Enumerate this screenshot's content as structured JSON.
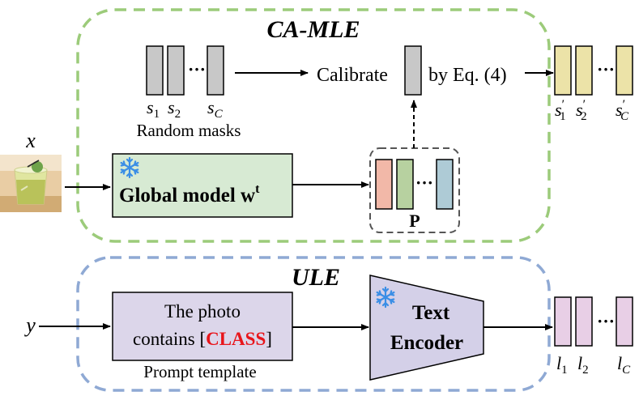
{
  "camle": {
    "title": "CA-MLE",
    "calibrate_label": "Calibrate",
    "by_eq_label": "by Eq. (4)",
    "random_masks_label": "Random masks",
    "mask_labels": {
      "s1": "s",
      "s1_sub": "1",
      "s2": "s",
      "s2_sub": "2",
      "sC": "s",
      "sC_sub": "C"
    },
    "calibrated_labels": {
      "p1": "s",
      "p1_sub": "1",
      "p2": "s",
      "p2_sub": "2",
      "pC": "s",
      "pC_sub": "C",
      "prime": "′"
    },
    "global_model_label": "Global model w",
    "global_model_sup": "t",
    "p_label": "P",
    "input_label": "x",
    "ellipsis": "···"
  },
  "ule": {
    "title": "ULE",
    "input_label": "y",
    "prompt_line1": "The photo",
    "prompt_line2_pre": "contains [",
    "prompt_class": "CLASS",
    "prompt_line2_post": "]",
    "prompt_template_label": "Prompt template",
    "text_encoder_line1": "Text",
    "text_encoder_line2": "Encoder",
    "output_labels": {
      "l1": "l",
      "l1_sub": "1",
      "l2": "l",
      "l2_sub": "2",
      "lC": "l",
      "lC_sub": "C"
    },
    "ellipsis": "···"
  },
  "colors": {
    "camle_border": "#9ccb7a",
    "ule_border": "#8fa9d4",
    "mask_fill": "#c8c8c8",
    "calibrated_fill": "#ece3a8",
    "global_model_fill": "#d7ead3",
    "prompt_fill": "#dcd6ea",
    "encoder_fill": "#d4d0e8",
    "output_fill": "#e8cfe6",
    "p_bar1": "#f2b8a8",
    "p_bar2": "#b7d1a0",
    "p_bar3": "#aecbd6",
    "class_red": "#e8151b",
    "snowflake": "#3a8ee6"
  },
  "icons": [
    "snowflake-icon",
    "glass-photo-icon"
  ]
}
